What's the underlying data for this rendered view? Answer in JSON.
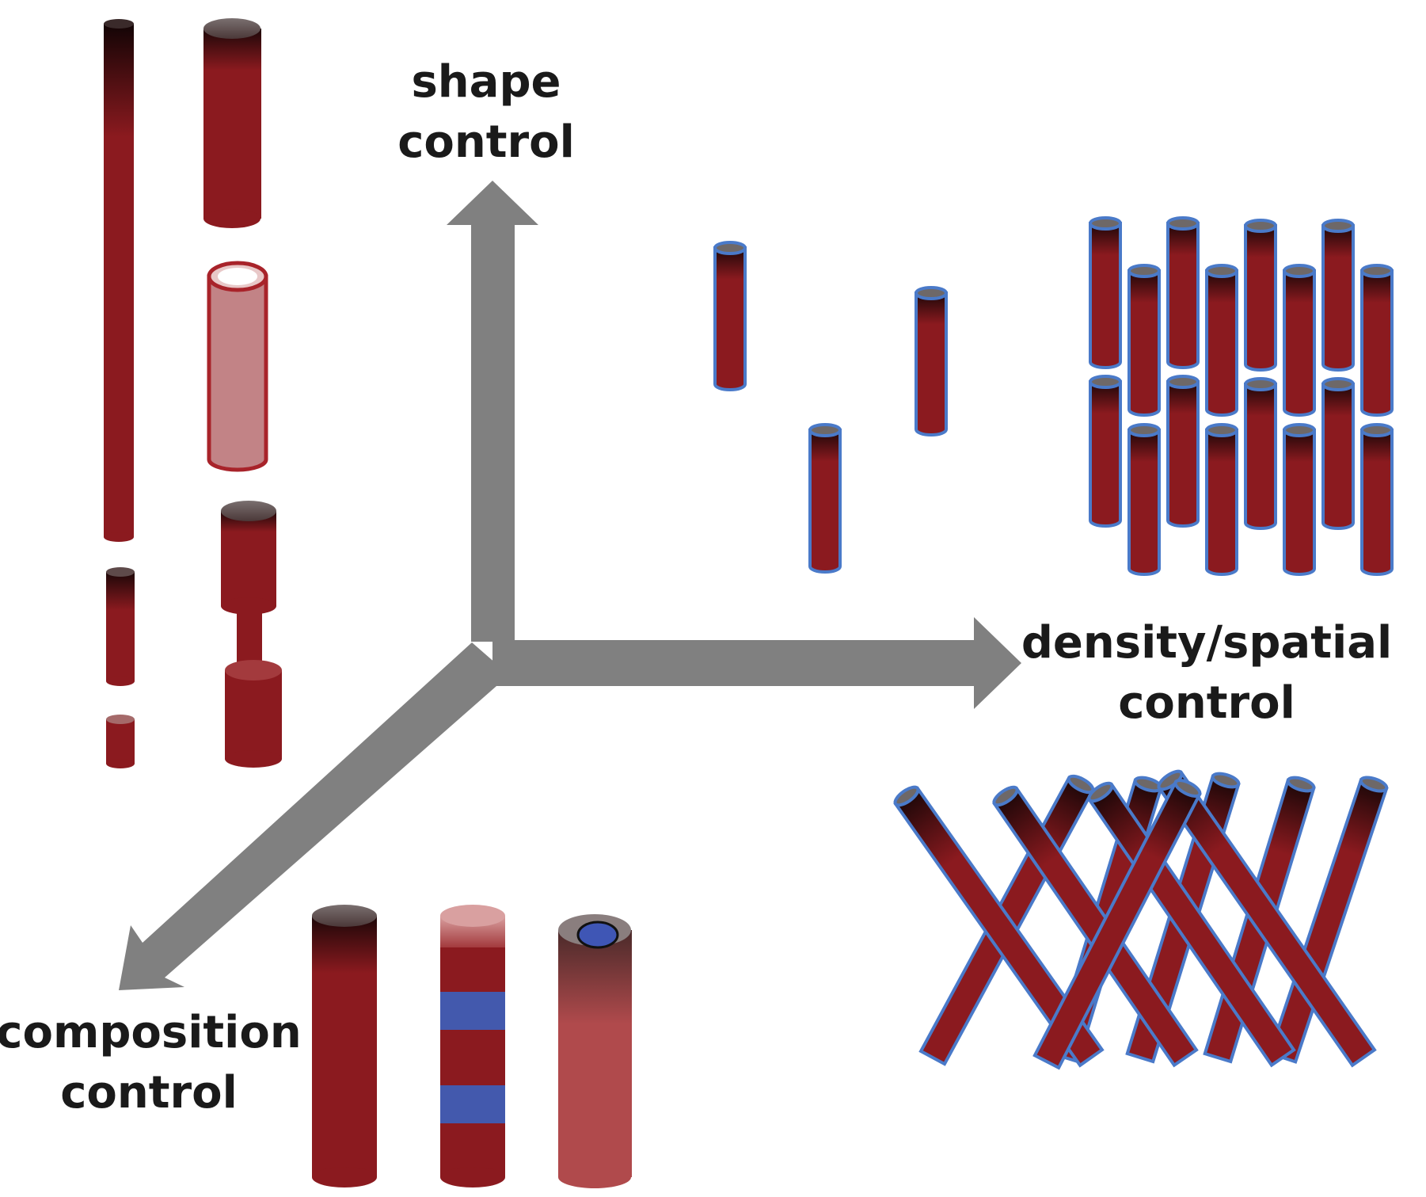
{
  "labels": {
    "shape_line1": "shape",
    "shape_line2": "control",
    "density_line1": "density/spatial",
    "density_line2": "control",
    "composition_line1": "composition",
    "composition_line2": "control"
  },
  "axes": {
    "shape": "shape control",
    "density": "density/spatial control",
    "composition": "composition control"
  },
  "groups": {
    "shape": [
      "long-nanowire",
      "short-segment-nanowire",
      "thick-nanowire",
      "hollow-nanotube",
      "dumbbell-nanowire"
    ],
    "density": [
      "sparse-array",
      "dense-array",
      "crossed-mesh"
    ],
    "composition": [
      "gradient-nanowire",
      "striped-nanowire",
      "core-shell-nanowire"
    ]
  },
  "colors": {
    "arrow": "#808080",
    "wire": "#8b1a1f",
    "wire_dark": "#2a0a0b",
    "cap": "#6e6868",
    "outline_blue": "#4a7ac9",
    "stripe_blue": "#4359ad",
    "hollow_fill": "#c28386",
    "hollow_rim": "#a8232a",
    "shell": "#b04a4c",
    "core": "#3f56b5",
    "text": "#1a1a1a"
  }
}
